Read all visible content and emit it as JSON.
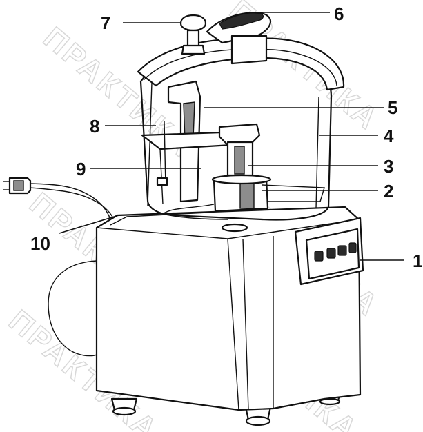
{
  "watermark": "ПРАКТИКА",
  "callouts": [
    {
      "number": "1"
    },
    {
      "number": "2"
    },
    {
      "number": "3"
    },
    {
      "number": "4"
    },
    {
      "number": "5"
    },
    {
      "number": "6"
    },
    {
      "number": "7"
    },
    {
      "number": "8"
    },
    {
      "number": "9"
    },
    {
      "number": "10"
    }
  ]
}
